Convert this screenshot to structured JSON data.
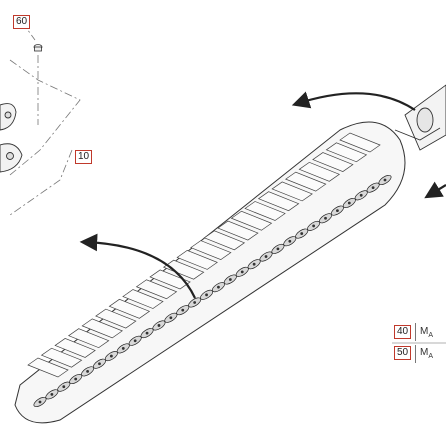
{
  "callouts": {
    "c60": "60",
    "c10": "10",
    "c40": "40",
    "c50": "50"
  },
  "torque": {
    "label_main": "M",
    "label_sub": "A"
  },
  "colors": {
    "callout_border": "#c0392b",
    "line": "#333333",
    "belt_fill": "#f7f7f7"
  },
  "icons": {
    "rotation_arrow": "curved-arrow-icon",
    "bolt": "bolt-icon",
    "sprocket": "sprocket-icon"
  }
}
